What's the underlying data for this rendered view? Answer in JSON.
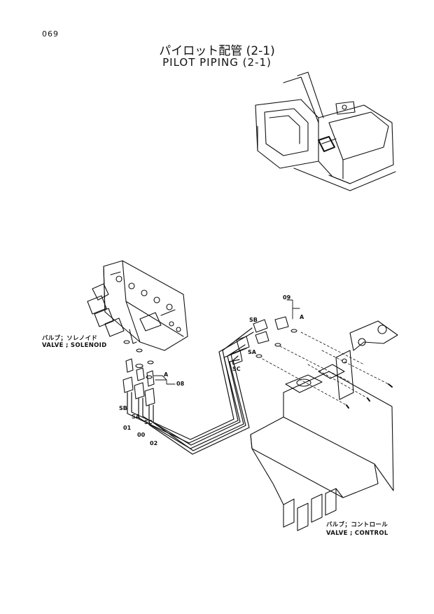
{
  "page_number": "069",
  "title_jp": "パイロット配管 (2-1)",
  "title_en": "PILOT PIPING (2-1)",
  "labels": {
    "solenoid_jp": "バルブ；ソレノイド",
    "solenoid_en": "VALVE ; SOLENOID",
    "control_jp": "バルブ；コントロール",
    "control_en": "VALVE ; CONTROL"
  },
  "callouts": {
    "p09": "09",
    "p08": "08",
    "p01": "01",
    "p00": "00",
    "p02": "02",
    "ref_a": "A",
    "ref_a2": "A",
    "sb_left": "SB",
    "sa_left": "SA",
    "sc_left": "SC",
    "sb_right": "SB",
    "sa_right": "SA",
    "sc_right": "SC"
  }
}
